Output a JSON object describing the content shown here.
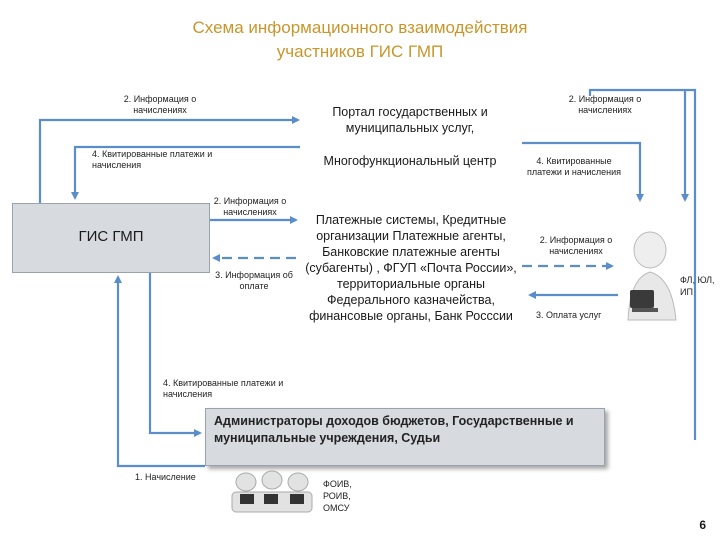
{
  "title": {
    "line1": "Схема информационного взаимодействия",
    "line2": "участников ГИС ГМП"
  },
  "labels": {
    "info_accruals_top_left": "2. Информация о начислениях",
    "quit_left": "4. Квитированные платежи и начисления",
    "portal": "Портал государственных и муниципальных услуг,",
    "mfc": "Многофункциональный центр",
    "info_accruals_top_right": "2. Информация о начислениях",
    "quit_right": "4. Квитированные платежи и начисления",
    "info_accruals_mid": "2. Информация о начислениях",
    "payment_info": "3. Информация об оплате",
    "gis_gmp": "ГИС ГМП",
    "payment_systems": "Платежные системы, Кредитные организации Платежные агенты, Банковские платежные агенты (субагенты) , ФГУП «Почта России», территориальные органы Федерального казначейства, финансовые органы, Банк Россcии",
    "info_accruals_right_mid": "2. Информация о начислениях",
    "payment_services": "3. Оплата услуг",
    "person_types": "ФЛ, ЮЛ, ИП",
    "quit_bottom": "4. Квитированные платежи и начисления",
    "administrators": "Администраторы доходов бюджетов, Государственные и муниципальные учреждения, Судьи",
    "accrual": "1. Начисление",
    "foiv": "ФОИВ, РОИВ, ОМСУ",
    "page_number": "6"
  },
  "colors": {
    "title": "#c9962b",
    "arrow": "#5b8ec9",
    "box_fill": "#d7dbe0"
  }
}
